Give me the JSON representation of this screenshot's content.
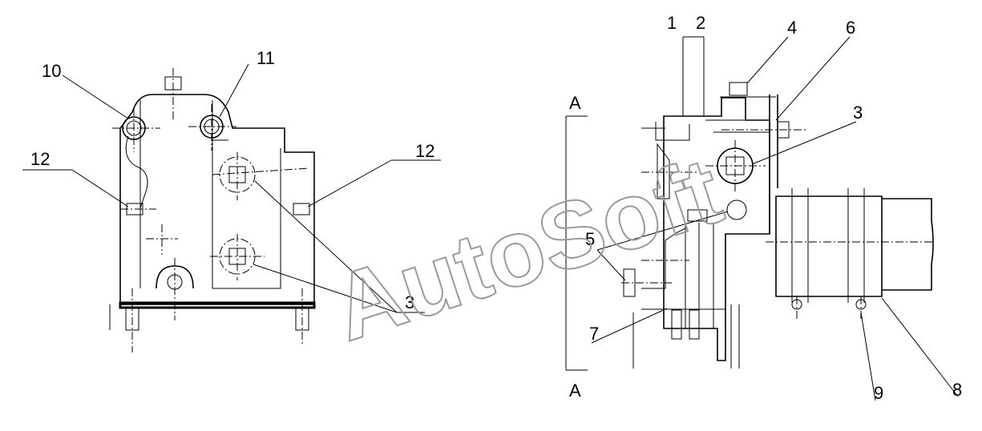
{
  "callouts": {
    "c1": "1",
    "c2": "2",
    "c3_left": "3",
    "c3_right": "3",
    "c4": "4",
    "c5": "5",
    "c6": "6",
    "c7": "7",
    "c8": "8",
    "c9": "9",
    "c10": "10",
    "c11": "11",
    "c12_left": "12",
    "c12_right": "12"
  },
  "section": {
    "top": "A",
    "bottom": "A"
  },
  "watermark": "AutoSoft"
}
